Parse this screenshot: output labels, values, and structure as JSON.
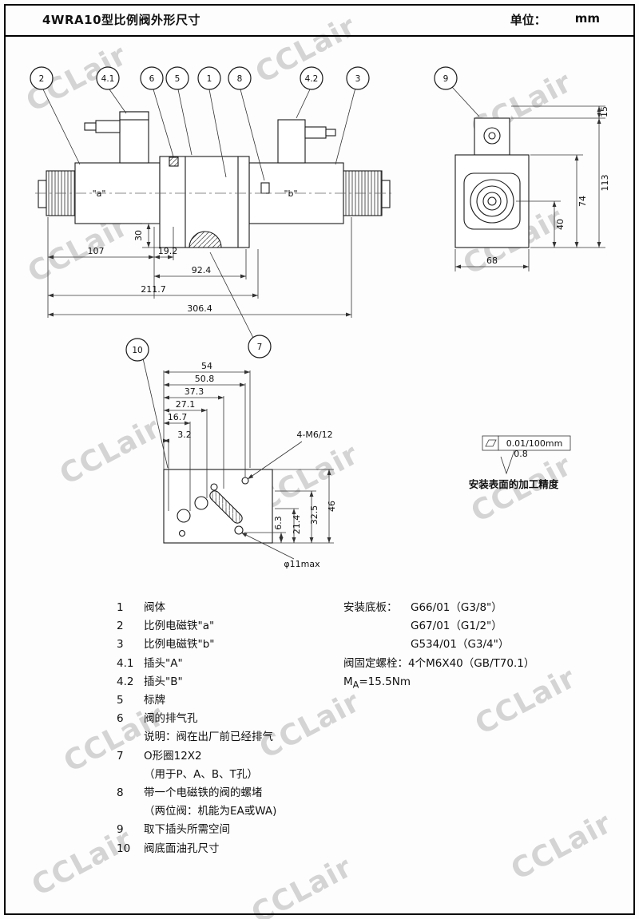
{
  "header": {
    "title": "4WRA10型比例阀外形尺寸",
    "unit_label": "单位：",
    "unit_value": "mm"
  },
  "watermark": {
    "text": "CCLair"
  },
  "front_view": {
    "balloon_2": "2",
    "balloon_4_1": "4.1",
    "balloon_6": "6",
    "balloon_5": "5",
    "balloon_1": "1",
    "balloon_8": "8",
    "balloon_4_2": "4.2",
    "balloon_3": "3",
    "balloon_7": "7",
    "label_a": "\"a\"",
    "label_b": "\"b\"",
    "dim_30": "30",
    "dim_107": "107",
    "dim_19_2": "19.2",
    "dim_92_4": "92.4",
    "dim_211_7": "211.7",
    "dim_306_4": "306.4"
  },
  "side_view": {
    "balloon_9": "9",
    "dim_15": "15",
    "dim_113": "113",
    "dim_74": "74",
    "dim_40": "40",
    "dim_68": "68"
  },
  "bottom_view": {
    "balloon_10": "10",
    "dim_54": "54",
    "dim_50_8": "50.8",
    "dim_37_3": "37.3",
    "dim_27_1": "27.1",
    "dim_16_7": "16.7",
    "dim_3_2": "3.2",
    "dim_21_4": "21.4",
    "dim_32_5": "32.5",
    "dim_46": "46",
    "dim_6_3": "6.3",
    "hole_label": "4-M6/12",
    "dia_label": "φ11max"
  },
  "finish": {
    "flatness_value": "0.01/100mm",
    "roughness_value": "0.8",
    "caption": "安装表面的加工精度"
  },
  "legend": {
    "items": [
      {
        "no": "1",
        "text": "阀体"
      },
      {
        "no": "2",
        "text": "比例电磁铁\"a\""
      },
      {
        "no": "3",
        "text": "比例电磁铁\"b\""
      },
      {
        "no": "4.1",
        "text": "插头\"A\""
      },
      {
        "no": "4.2",
        "text": "插头\"B\""
      },
      {
        "no": "5",
        "text": "标牌"
      },
      {
        "no": "6",
        "text": "阀的排气孔"
      },
      {
        "no": "",
        "text": "说明：阀在出厂前已经排气"
      },
      {
        "no": "7",
        "text": "O形圈12X2"
      },
      {
        "no": "",
        "text": "（用于P、A、B、T孔）"
      },
      {
        "no": "8",
        "text": "带一个电磁铁的阀的螺堵"
      },
      {
        "no": "",
        "text": "（两位阀：机能为EA或WA)"
      },
      {
        "no": "9",
        "text": "取下插头所需空间"
      },
      {
        "no": "10",
        "text": "阀底面油孔尺寸"
      }
    ]
  },
  "specs": {
    "subplate_label": "安装底板：",
    "subplate_options": [
      "G66/01（G3/8\"）",
      "G67/01（G1/2\"）",
      "G534/01（G3/4\"）"
    ],
    "bolt_label": "阀固定螺栓：",
    "bolt_value": "4个M6X40（GB/T70.1）",
    "torque_prefix": "M",
    "torque_sub": "A",
    "torque_suffix": "=15.5Nm"
  }
}
